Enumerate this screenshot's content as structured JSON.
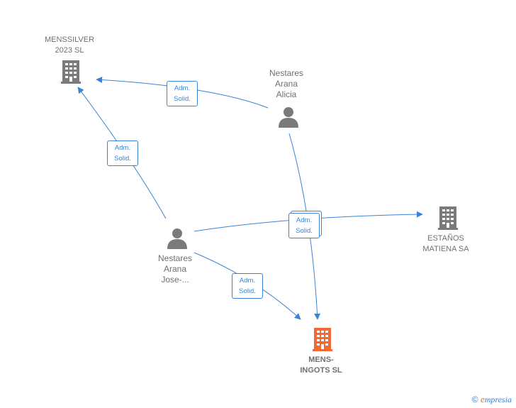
{
  "nodes": {
    "menssilver": {
      "label_lines": [
        "MENSSILVER",
        "2023  SL"
      ],
      "icon": "building-icon"
    },
    "nestares_alicia": {
      "label_lines": [
        "Nestares",
        "Arana",
        "Alicia"
      ],
      "icon": "person-icon"
    },
    "nestares_jose": {
      "label_lines": [
        "Nestares",
        "Arana",
        "Jose-..."
      ],
      "icon": "person-icon"
    },
    "estanos": {
      "label_lines": [
        "ESTAÑOS",
        "MATIENA SA"
      ],
      "icon": "building-icon"
    },
    "mens_ingots": {
      "label_lines": [
        "MENS-",
        "INGOTS  SL"
      ],
      "icon": "building-icon"
    }
  },
  "edges": {
    "alicia_to_menssilver": {
      "label_lines": [
        "Adm.",
        "Solid."
      ]
    },
    "jose_to_menssilver": {
      "label_lines": [
        "Adm.",
        "Solid."
      ]
    },
    "jose_to_mensingots": {
      "label_lines": [
        "Adm.",
        "Solid."
      ]
    },
    "center_stack": {
      "label_lines": [
        "Adm.",
        "Solid."
      ]
    }
  },
  "colors": {
    "edge": "#3a83d6",
    "node_gray": "#7a7a7a",
    "focus": "#f06a35"
  },
  "footer": {
    "copyright_symbol": "©",
    "brand_first": "e",
    "brand_rest": "mpresia"
  }
}
